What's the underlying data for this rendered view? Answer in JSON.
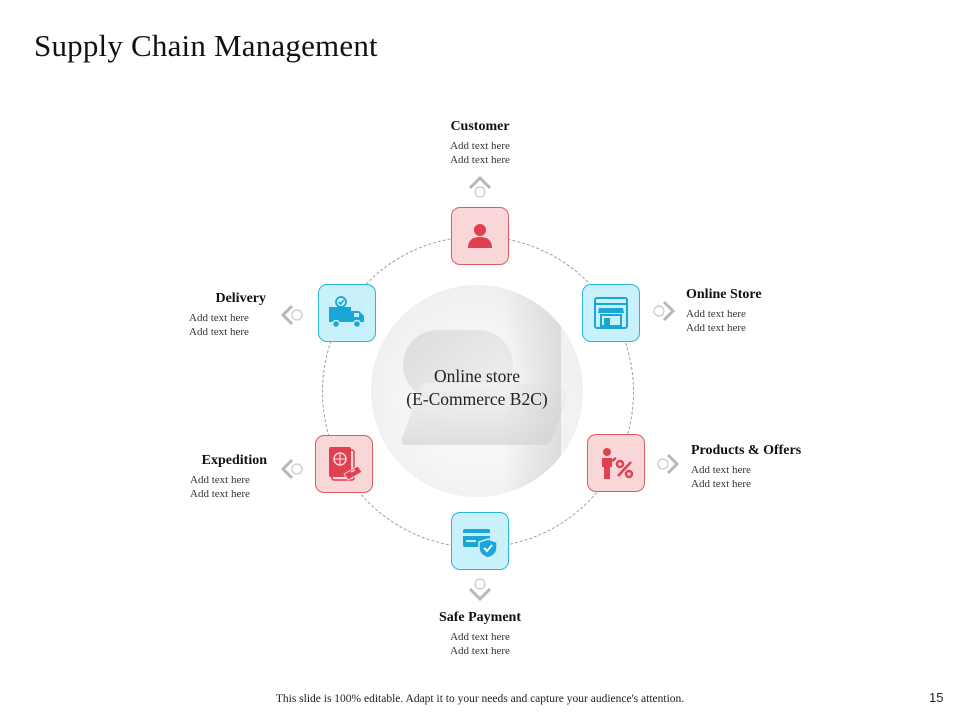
{
  "title": "Supply Chain Management",
  "center": {
    "line1": "Online store",
    "line2": "(E-Commerce B2C)"
  },
  "nodes": {
    "customer": {
      "title": "Customer",
      "line1": "Add text here",
      "line2": "Add text here",
      "icon": "person-icon",
      "color": "#e04050"
    },
    "online_store": {
      "title": "Online Store",
      "line1": "Add text here",
      "line2": "Add text here",
      "icon": "storefront-icon",
      "color": "#1aa7d6"
    },
    "products_offers": {
      "title": "Products & Offers",
      "line1": "Add text here",
      "line2": "Add text here",
      "icon": "percent-offer-icon",
      "color": "#e04050"
    },
    "safe_payment": {
      "title": "Safe Payment",
      "line1": "Add text here",
      "line2": "Add text here",
      "icon": "secure-card-icon",
      "color": "#1aa7d6"
    },
    "expedition": {
      "title": "Expedition",
      "line1": "Add text here",
      "line2": "Add text here",
      "icon": "passport-ticket-icon",
      "color": "#e04050"
    },
    "delivery": {
      "title": "Delivery",
      "line1": "Add text here",
      "line2": "Add text here",
      "icon": "delivery-truck-icon",
      "color": "#1aa7d6"
    }
  },
  "footer": "This slide is 100% editable.  Adapt  it to your needs  and capture  your audience's  attention.",
  "page_number": "15"
}
